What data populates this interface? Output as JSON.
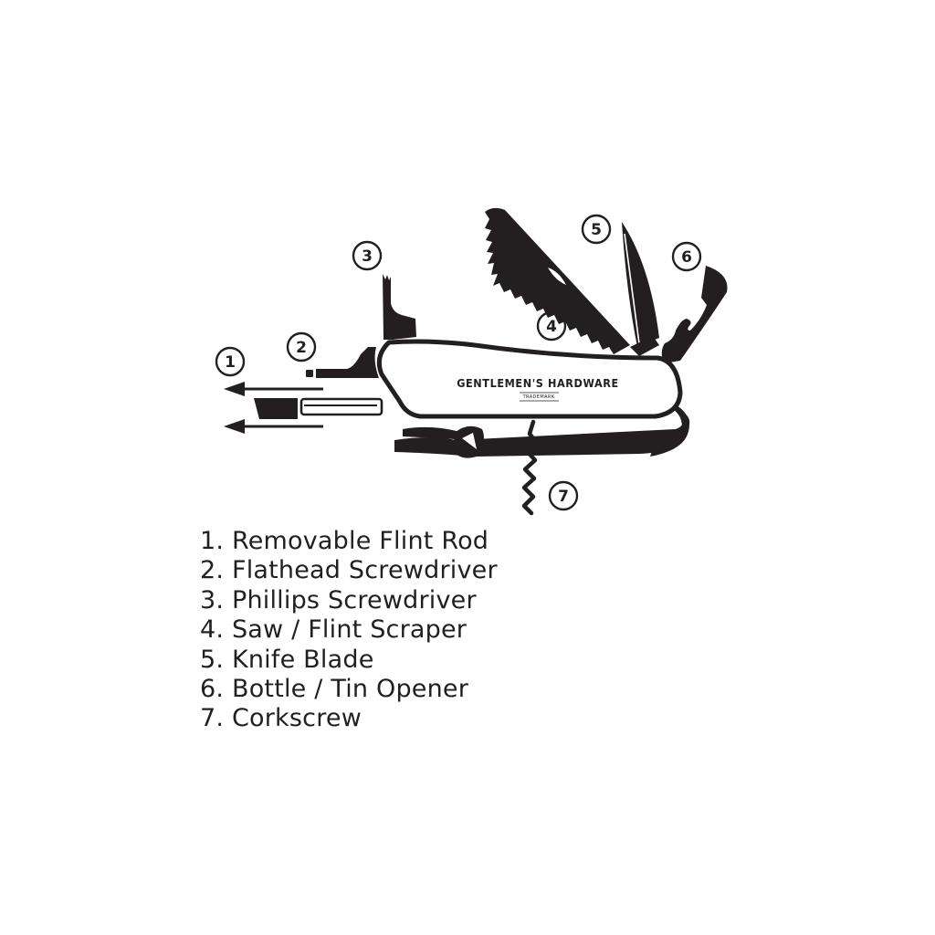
{
  "colors": {
    "ink": "#231f20",
    "background": "#ffffff"
  },
  "tool": {
    "brand": "GENTLEMEN'S HARDWARE",
    "trademark": "TRADEMARK"
  },
  "callouts": [
    {
      "number": "1",
      "tool": "Removable Flint Rod"
    },
    {
      "number": "2",
      "tool": "Flathead Screwdriver"
    },
    {
      "number": "3",
      "tool": "Phillips Screwdriver"
    },
    {
      "number": "4",
      "tool": "Saw / Flint Scraper"
    },
    {
      "number": "5",
      "tool": "Knife Blade"
    },
    {
      "number": "6",
      "tool": "Bottle / Tin Opener"
    },
    {
      "number": "7",
      "tool": "Corkscrew"
    }
  ],
  "legend": [
    {
      "num": "1.",
      "label": "Removable Flint Rod"
    },
    {
      "num": "2.",
      "label": "Flathead Screwdriver"
    },
    {
      "num": "3.",
      "label": "Phillips Screwdriver"
    },
    {
      "num": "4.",
      "label": "Saw / Flint Scraper"
    },
    {
      "num": "5.",
      "label": "Knife Blade"
    },
    {
      "num": "6.",
      "label": "Bottle / Tin Opener"
    },
    {
      "num": "7.",
      "label": "Corkscrew"
    }
  ]
}
